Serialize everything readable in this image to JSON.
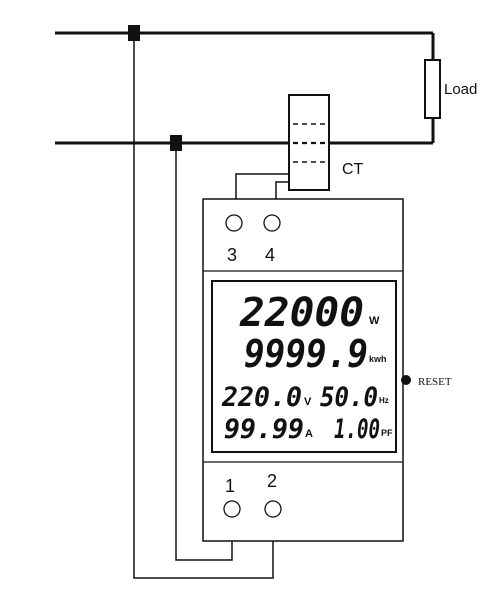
{
  "labels": {
    "load": "Load",
    "ct": "CT",
    "reset": "RESET"
  },
  "terminals": {
    "t3": "3",
    "t4": "4",
    "t1": "1",
    "t2": "2"
  },
  "display": {
    "power": "22000",
    "power_unit": "W",
    "energy": "9999.9",
    "energy_unit": "kwh",
    "voltage": "220.0",
    "voltage_unit": "V",
    "frequency": "50.0",
    "frequency_unit": "Hz",
    "current": "99.99",
    "current_unit": "A",
    "power_factor": "1.00",
    "power_factor_unit": "PF"
  },
  "colors": {
    "line": "#111111",
    "background": "#ffffff"
  }
}
